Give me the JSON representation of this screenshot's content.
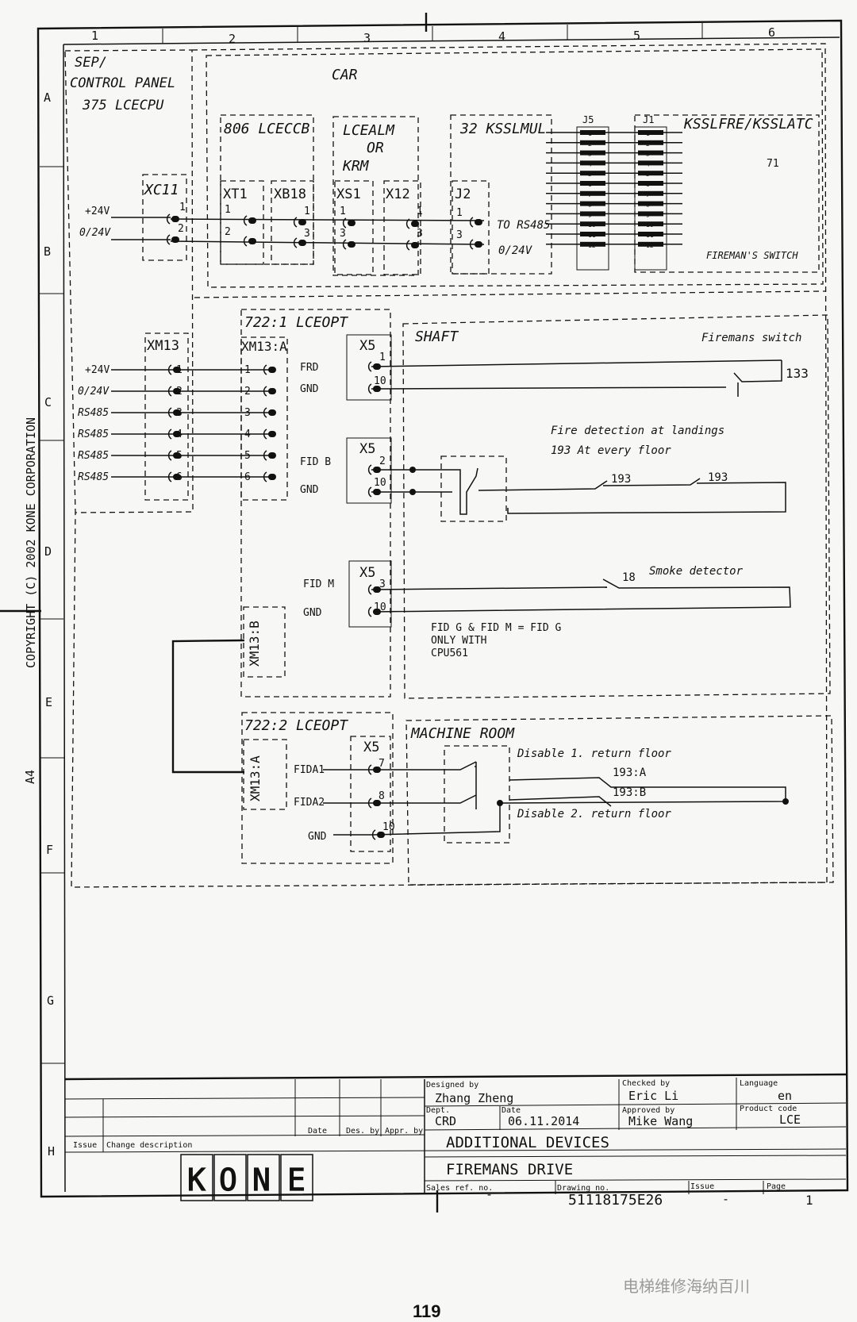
{
  "columns": [
    "1",
    "2",
    "3",
    "4",
    "5",
    "6"
  ],
  "rows": [
    "A",
    "B",
    "C",
    "D",
    "E",
    "F",
    "G",
    "H"
  ],
  "copyright": "COPYRIGHT (C) 2002 KONE CORPORATION",
  "paper_size": "A4",
  "cp": {
    "title1": "SEP/",
    "title2": "CONTROL PANEL",
    "title3": "375 LCECPU",
    "xc11": "XC11",
    "xm13": "XM13",
    "xc11_pins": [
      "1",
      "2"
    ],
    "xc11_signals": [
      "+24V",
      "0/24V"
    ],
    "xm13_pins": [
      "1",
      "2",
      "3",
      "4",
      "5",
      "6"
    ],
    "xm13_signals": [
      "+24V",
      "0/24V",
      "RS485",
      "RS485",
      "RS485",
      "RS485"
    ]
  },
  "car": {
    "title": "CAR",
    "lceccb": "806 LCECCB",
    "xt1": "XT1",
    "xb18": "XB18",
    "xt1_pins": [
      "1",
      "2"
    ],
    "xb18_pins": [
      "1",
      "3"
    ],
    "lcealm": [
      "LCEALM",
      "OR",
      "KRM"
    ],
    "xs1": "XS1",
    "x12": "X12",
    "xs1_pins": [
      "1",
      "3"
    ],
    "x12_pins": [
      "1",
      "3"
    ],
    "ksslmul": "32 KSSLMUL",
    "j2": "J2",
    "j2_pins": [
      "1",
      "3"
    ],
    "j5": "J5",
    "j1": "J1",
    "to_rs485": "TO RS485",
    "zero24": "0/24V",
    "kssl": "KSSLFRE/KSSLATC",
    "switch_no": "71",
    "firemans_switch": "FIREMAN'S SWITCH",
    "bus_pins": [
      "1",
      "2",
      "3",
      "4",
      "5",
      "6",
      "7",
      "8",
      "9",
      "10",
      "11",
      "12"
    ]
  },
  "opt1": {
    "title": "722:1 LCEOPT",
    "xm13a": "XM13:A",
    "xm13b": "XM13:B",
    "pins": [
      "1",
      "2",
      "3",
      "4",
      "5",
      "6"
    ]
  },
  "shaft": {
    "title": "SHAFT",
    "x5": "X5",
    "frd": "FRD",
    "gnd": "GND",
    "fidb": "FID B",
    "fidm": "FID M",
    "p1": "1",
    "p10": "10",
    "p2": "2",
    "p3": "3",
    "firemans_switch": "Firemans switch",
    "sw133": "133",
    "fire_detection": "Fire detection at landings",
    "every_floor": "193 At every floor",
    "sw193": "193",
    "smoke_no": "18",
    "smoke": "Smoke detector",
    "note": [
      "FID G & FID M = FID G",
      "ONLY WITH",
      "CPU561"
    ]
  },
  "opt2": {
    "title": "722:2 LCEOPT",
    "xm13a": "XM13:A",
    "x5": "X5",
    "fida1": "FIDA1",
    "fida2": "FIDA2",
    "gnd": "GND",
    "p7": "7",
    "p8": "8",
    "p10": "10"
  },
  "machine": {
    "title": "MACHINE ROOM",
    "disable1": "Disable 1. return floor",
    "disable2": "Disable 2. return floor",
    "s193a": "193:A",
    "s193b": "193:B"
  },
  "titleblock": {
    "issue": "Issue",
    "change": "Change description",
    "date_h": "Date",
    "des_by": "Des. by",
    "appr_by": "Appr. by",
    "designed_by_label": "Designed by",
    "designed_by": "Zhang Zheng",
    "checked_by_label": "Checked by",
    "checked_by": "Eric Li",
    "language_label": "Language",
    "language": "en",
    "dept_label": "Dept.",
    "dept": "CRD",
    "date_label": "Date",
    "date": "06.11.2014",
    "approved_by_label": "Approved by",
    "approved_by": "Mike Wang",
    "product_code_label": "Product code",
    "product_code": "LCE",
    "title1": "ADDITIONAL DEVICES",
    "title2": "FIREMANS DRIVE",
    "sales_ref_label": "Sales ref. no.",
    "sales_ref": "-",
    "drawing_no_label": "Drawing no.",
    "drawing_no": "51118175E26",
    "issue_label": "Issue",
    "issue_val": "-",
    "page_label": "Page",
    "page": "1",
    "logo": "KONE"
  },
  "page_number": "119",
  "watermark": "电梯维修海纳百川"
}
